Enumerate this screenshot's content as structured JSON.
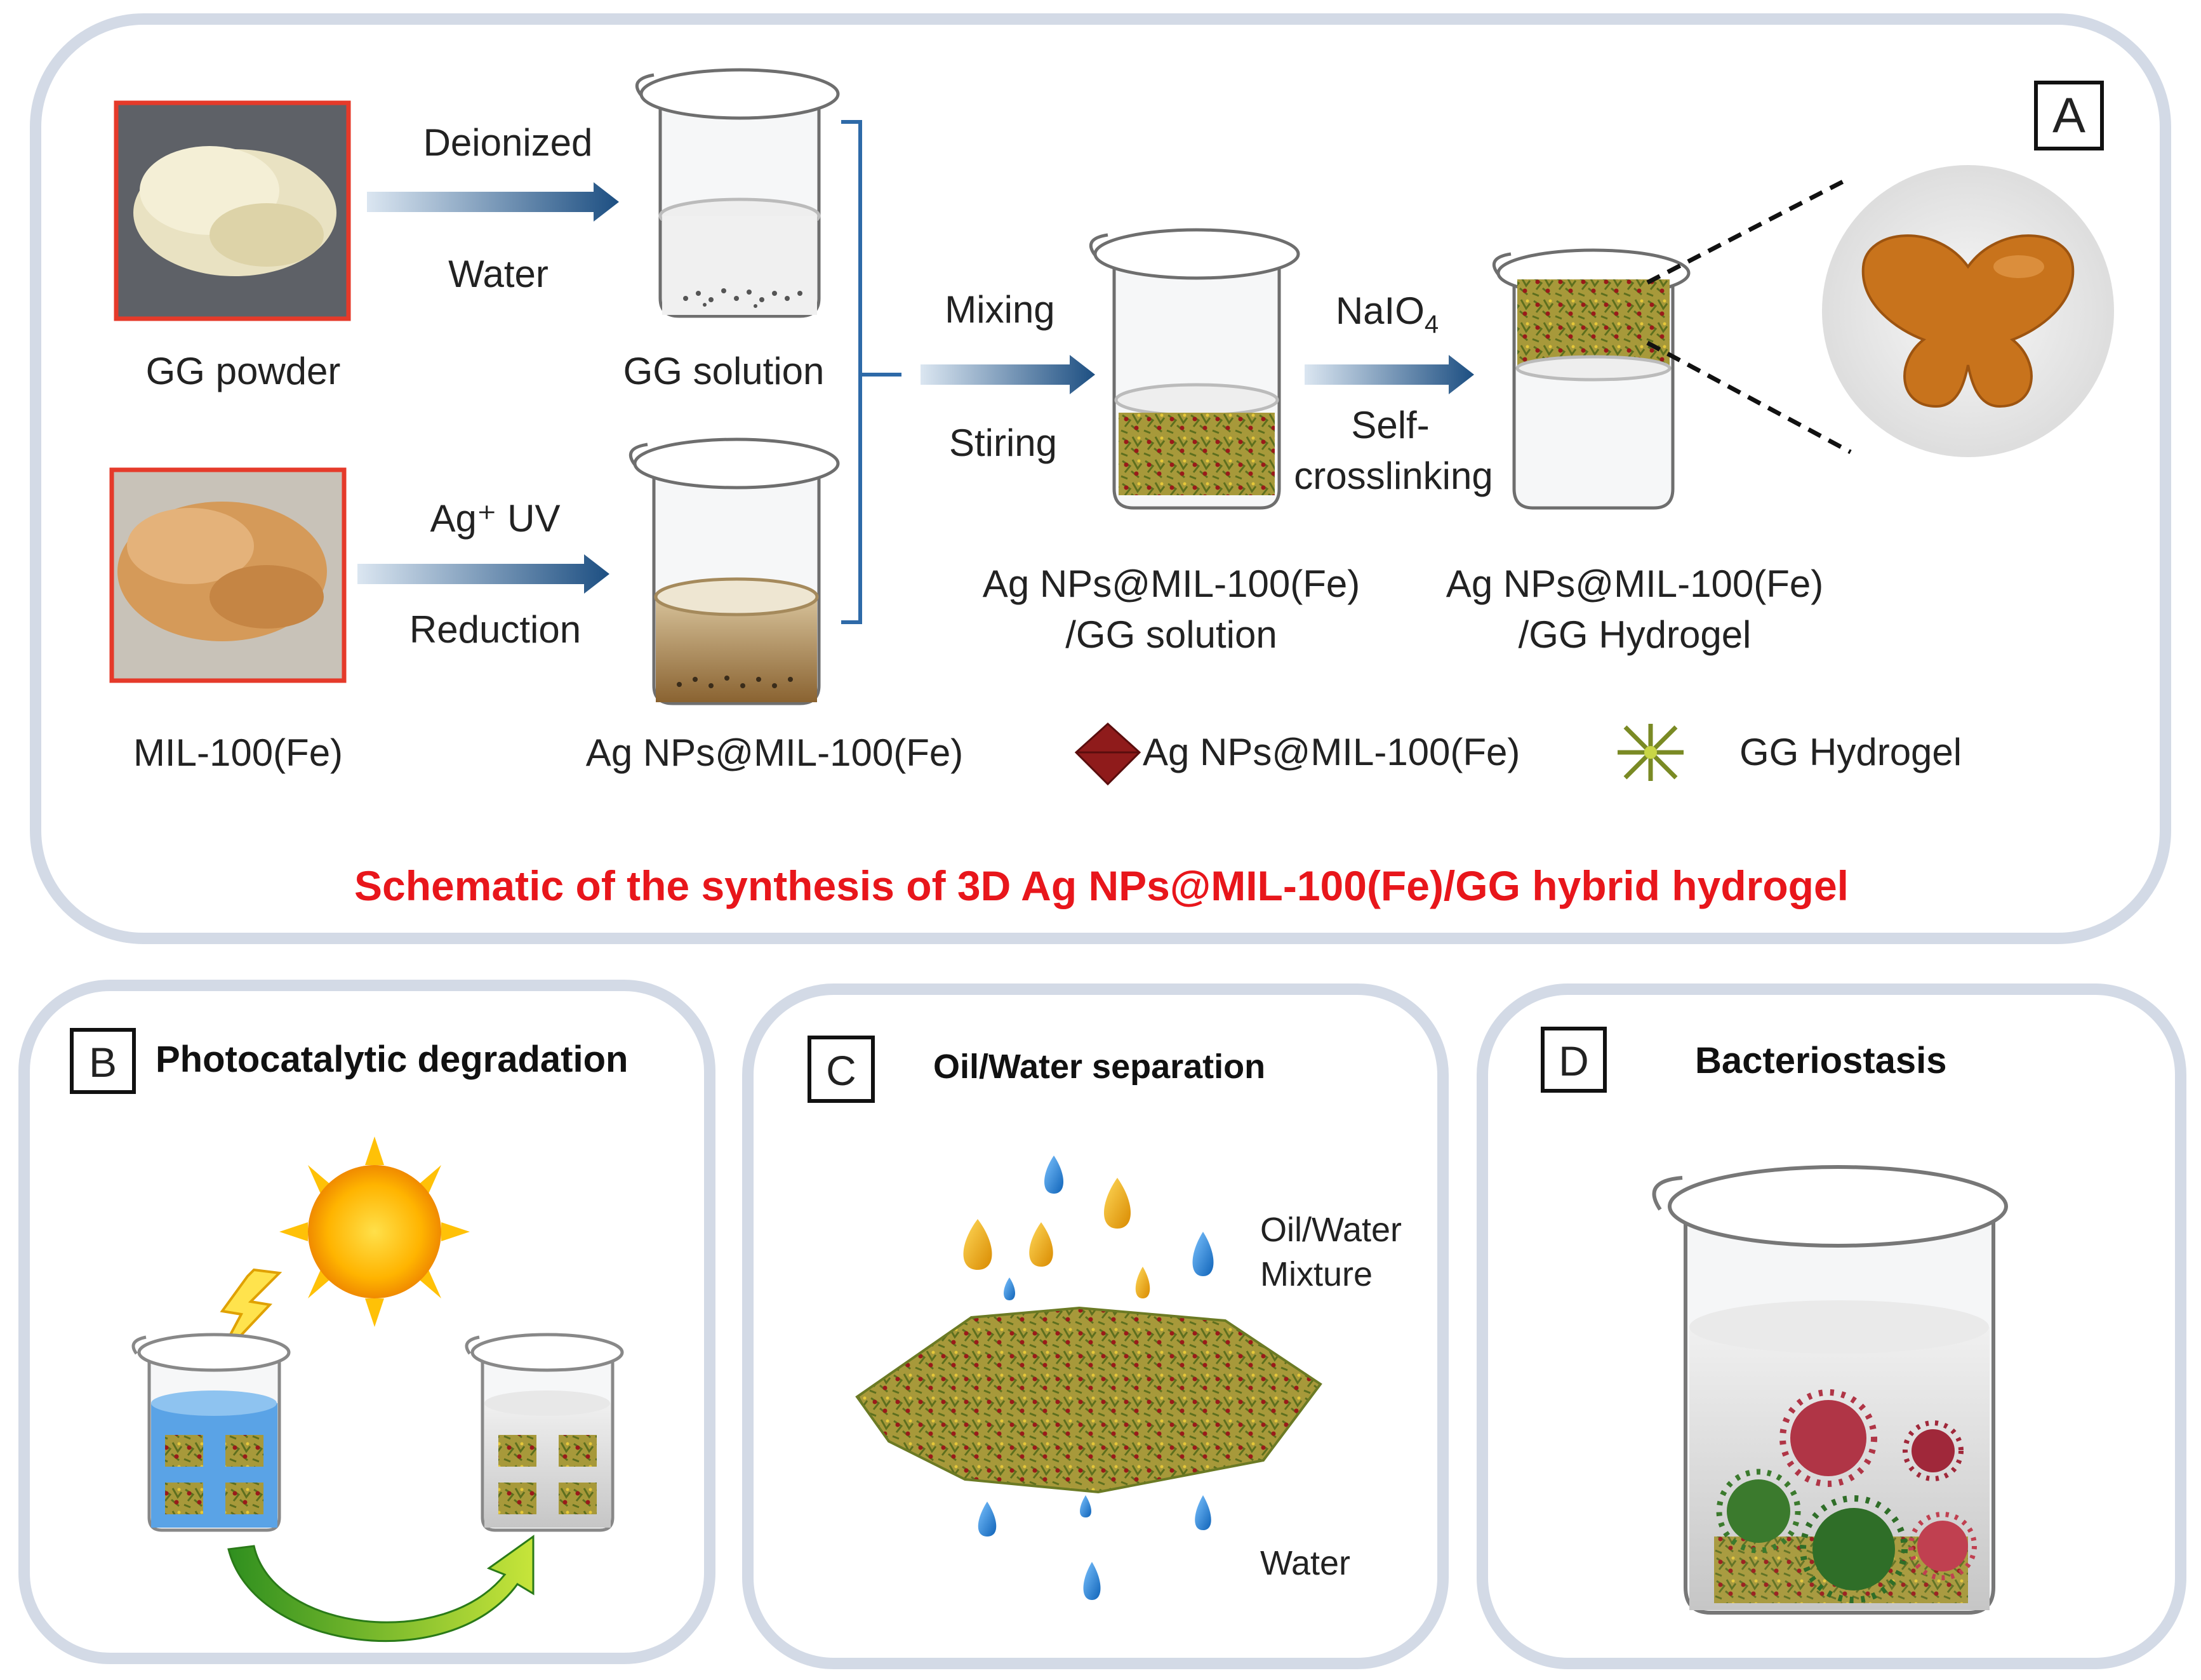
{
  "panel_a": {
    "letter": "A",
    "gg_powder": "GG powder",
    "mil_label": "MIL-100(Fe)",
    "deionized": "Deionized",
    "water": "Water",
    "gg_solution": "GG solution",
    "ag_uv": "Ag⁺ UV",
    "reduction": "Reduction",
    "ag_nps": "Ag NPs@MIL-100(Fe)",
    "mixing": "Mixing",
    "stiring": "Stiring",
    "naio4_prefix": "NaIO",
    "naio4_sub": "4",
    "self": "Self-",
    "crosslinking": "crosslinking",
    "mixed_solution_line1": "Ag NPs@MIL-100(Fe)",
    "mixed_solution_line2": "/GG solution",
    "hydrogel_line1": "Ag NPs@MIL-100(Fe)",
    "hydrogel_line2": "/GG Hydrogel",
    "legend_ag": "Ag NPs@MIL-100(Fe)",
    "legend_gg": "GG Hydrogel",
    "caption": "Schematic of the synthesis of 3D Ag NPs@MIL-100(Fe)/GG  hybrid hydrogel"
  },
  "panel_b": {
    "letter": "B",
    "title": "Photocatalytic degradation"
  },
  "panel_c": {
    "letter": "C",
    "title": "Oil/Water separation",
    "mixture_line1": "Oil/Water",
    "mixture_line2": "Mixture",
    "water": "Water"
  },
  "panel_d": {
    "letter": "D",
    "title": "Bacteriostasis"
  },
  "colors": {
    "panel_border": "#d3dae6",
    "arrow": "#1d4f82",
    "caption": "#e8161b",
    "photo_frame": "#e53a2a",
    "oil": "#f2b21a",
    "water_drop": "#2a8fdc",
    "dye_water": "#5aa3e6",
    "gel": "#b8a73c",
    "octahedron": "#8f1b1b",
    "virus": "#b03546",
    "virus_green": "#3b7a2d"
  }
}
